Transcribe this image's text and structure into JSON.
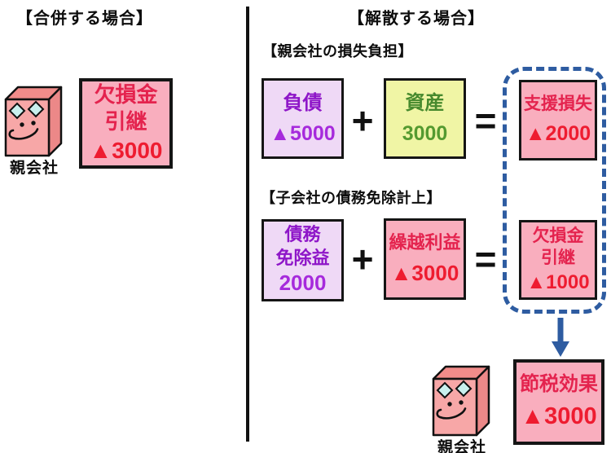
{
  "colors": {
    "pink_box_bg": "#F9AEBE",
    "pink_box_kanji_text": "#E4234E",
    "pink_box_number_text": "#EE1C30",
    "lavender_box_bg": "#EFD9F6",
    "purple_text": "#8E16C8",
    "purple_number_text": "#A62ADC",
    "green_box_bg": "#F0F5A5",
    "green_text": "#478A2E",
    "frame_arrow_blue": "#2E5CA1",
    "character_front_pink": "#F7A7A7",
    "character_eye_cyan": "#C9F0EE"
  },
  "left": {
    "title": "【合併する場合】",
    "company_label": "親会社",
    "deficit_box": {
      "lines": [
        "欠損金",
        "引継",
        "▲3000"
      ]
    }
  },
  "right": {
    "title": "【解散する場合】",
    "parent_loss_section": {
      "heading": "【親会社の損失負担】",
      "liabilities_box": {
        "lines": [
          "負債",
          "▲5000"
        ]
      },
      "plus": "+",
      "assets_box": {
        "lines": [
          "資産",
          "3000"
        ]
      },
      "equals": "=",
      "support_loss_box": {
        "lines": [
          "支援損失",
          "▲2000"
        ]
      }
    },
    "subsidiary_section": {
      "heading": "【子会社の債務免除計上】",
      "debt_forgiveness_box": {
        "lines": [
          "債務",
          "免除益",
          "2000"
        ]
      },
      "plus": "+",
      "carried_profit_box": {
        "lines": [
          "繰越利益",
          "▲3000"
        ]
      },
      "equals": "=",
      "deficit_carryover_box": {
        "lines": [
          "欠損金",
          "引継",
          "▲1000"
        ]
      }
    },
    "tax_saving_box": {
      "lines": [
        "節税効果",
        "▲3000"
      ]
    },
    "company_label": "親会社"
  }
}
